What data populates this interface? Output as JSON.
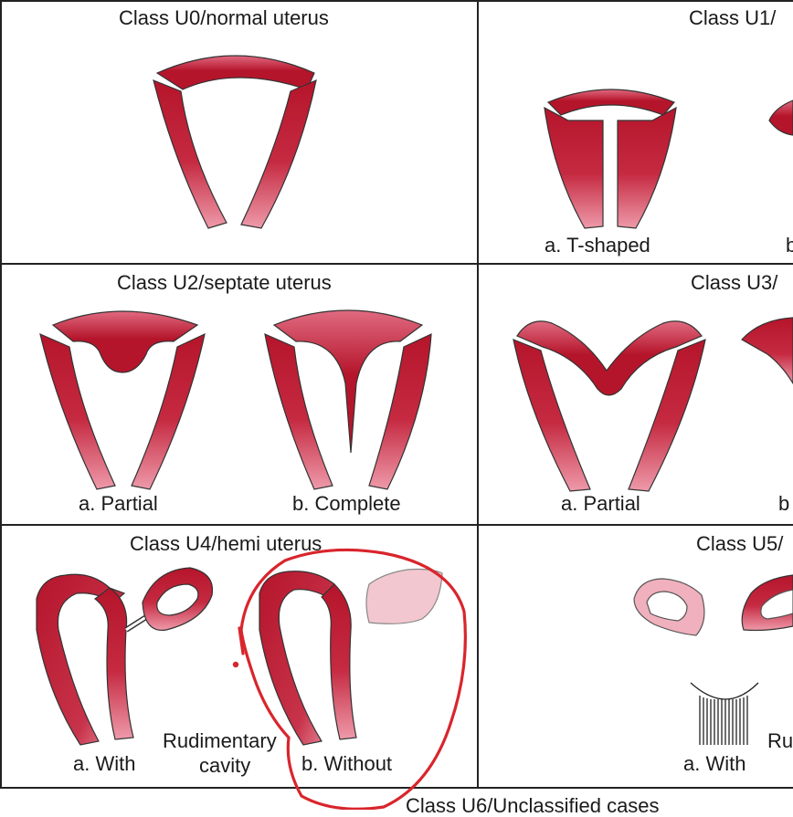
{
  "cells": {
    "u0": {
      "title": "Class U0/normal uterus"
    },
    "u1": {
      "title": "Class U1/",
      "a": "a. T-shaped",
      "b": "b"
    },
    "u2": {
      "title": "Class U2/septate uterus",
      "a": "a. Partial",
      "b": "b. Complete"
    },
    "u3": {
      "title": "Class U3/",
      "a": "a. Partial",
      "b": "b"
    },
    "u4": {
      "title": "Class U4/hemi uterus",
      "a": "a. With",
      "rud1": "Rudimentary",
      "rud2": "cavity",
      "b": "b. Without"
    },
    "u5": {
      "title": "Class U5/",
      "a": "a. With",
      "ru": "Ru"
    },
    "u6": {
      "title": "Class U6/Unclassified cases"
    }
  },
  "colors": {
    "uterus_dark": "#b5152b",
    "uterus_light": "#e7869a",
    "rudimentary_fill": "#f2c7cf",
    "annotation": "#d9252c",
    "grid": "#222222"
  }
}
